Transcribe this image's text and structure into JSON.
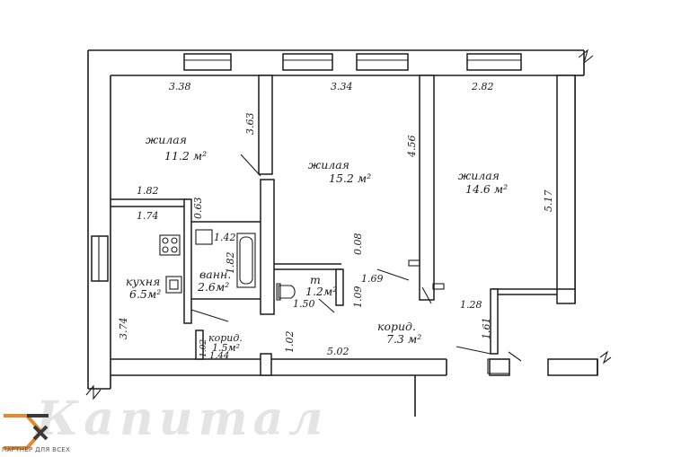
{
  "watermark": {
    "text": "Капитал",
    "tagline": "ПАРТНЕР ДЛЯ ВСЕХ"
  },
  "colors": {
    "line": "#1c1c1c",
    "logo_orange": "#e8882b",
    "logo_dark": "#3a3a3a",
    "watermark": "#e4e4e4"
  },
  "rooms": {
    "living1": {
      "name": "жилая",
      "area": "11.2 м²"
    },
    "living2": {
      "name": "жилая",
      "area": "15.2 м²"
    },
    "living3": {
      "name": "жилая",
      "area": "14.6 м²"
    },
    "kitchen": {
      "name": "кухня",
      "area": "6.5м²"
    },
    "bath": {
      "name": "ванн.",
      "area": "2.6м²"
    },
    "toilet": {
      "name": "т",
      "area": "1.2м²"
    },
    "corridor_small": {
      "name": "корид.",
      "area": "1.5м²"
    },
    "corridor": {
      "name": "корид.",
      "area": "7.3 м²"
    }
  },
  "dims": {
    "d_338": "3.38",
    "d_334": "3.34",
    "d_282": "2.82",
    "d_363": "3.63",
    "d_456": "4.56",
    "d_517": "5.17",
    "d_182a": "1.82",
    "d_063": "0.63",
    "d_174": "1.74",
    "d_142": "1.42",
    "d_182b": "1.82",
    "d_008": "0.08",
    "d_169": "1.69",
    "d_109": "1.09",
    "d_150": "1.50",
    "d_128": "1.28",
    "d_161": "1.61",
    "d_374": "3.74",
    "d_102a": "1.02",
    "d_144": "1.44",
    "d_102b": "1.02",
    "d_502": "5.02"
  }
}
